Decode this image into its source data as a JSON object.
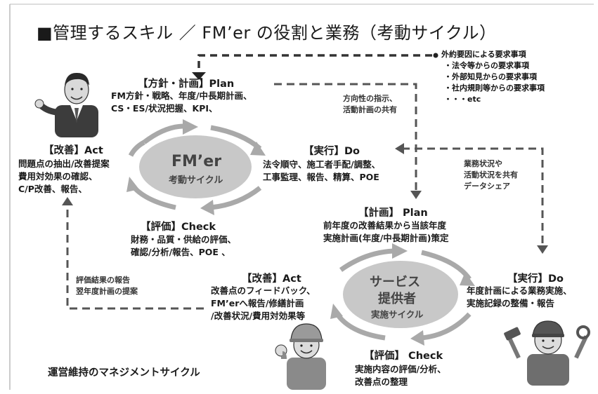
{
  "title": "■管理するスキル ／ FM’er の役割と業務（考動サイクル）",
  "external": {
    "heading": "外約要因による要求事項",
    "items": [
      "・法令等からの要求事項",
      "・外部知見からの要求事項",
      "・社内規則等からの要求事項",
      "・・・etc"
    ]
  },
  "fm_cycle": {
    "center_title": "FM’er",
    "center_sub": "考動サイクル",
    "plan": {
      "title": "【方針・計画】Plan",
      "lines": [
        "FM方針・戦略、年度/中長期計画、",
        "CS・ES/状況把握、KPI、"
      ]
    },
    "do": {
      "title": "【実行】Do",
      "lines": [
        "法令順守、施工者手配/調整、",
        "工事監理、報告、精算、POE"
      ]
    },
    "check": {
      "title": "【評価】Check",
      "lines": [
        "財務・品質・供給の評価、",
        "確認/分析/報告、POE 、"
      ]
    },
    "act": {
      "title": "【改善】Act",
      "lines": [
        "問題点の抽出/改善提案",
        "費用対効果の確認、",
        "C/P改善、報告、"
      ]
    }
  },
  "connectors": {
    "direction": [
      "方向性の指示、",
      "活動計画の共有"
    ],
    "status_share": [
      "業務状況や",
      "活動状況を共有",
      "データシェア"
    ],
    "report": [
      "評価結果の報告",
      "翌年度計画の提案"
    ]
  },
  "service_cycle": {
    "center_title_1": "サービス",
    "center_title_2": "提供者",
    "center_sub": "実施サイクル",
    "plan": {
      "title": "【計画】 Plan",
      "lines": [
        "前年度の改善結果から当該年度",
        "実施計画(年度/中長期計画)策定"
      ]
    },
    "do": {
      "title": "【実行】Do",
      "lines": [
        "年度計画による業務実施、",
        "実施記録の整備・報告"
      ]
    },
    "check": {
      "title": "【評価】 Check",
      "lines": [
        "実施内容の評価/分析、",
        "改善点の整理"
      ]
    },
    "act": {
      "title": "【改善】Act",
      "lines": [
        "改善点のフィードバック、",
        "FM’erへ報告/修繕計画",
        "/改善状況/費用対効果等"
      ]
    }
  },
  "footer": "運営維持のマネジメントサイクル",
  "colors": {
    "accent_gray": "#a9a9a9",
    "ellipse_fill": "#c8c8c8",
    "dash": "#555555",
    "text": "#1a1a1a"
  },
  "icons": [
    "businessman-illustration",
    "construction-worker-illustration",
    "mechanic-illustration"
  ]
}
